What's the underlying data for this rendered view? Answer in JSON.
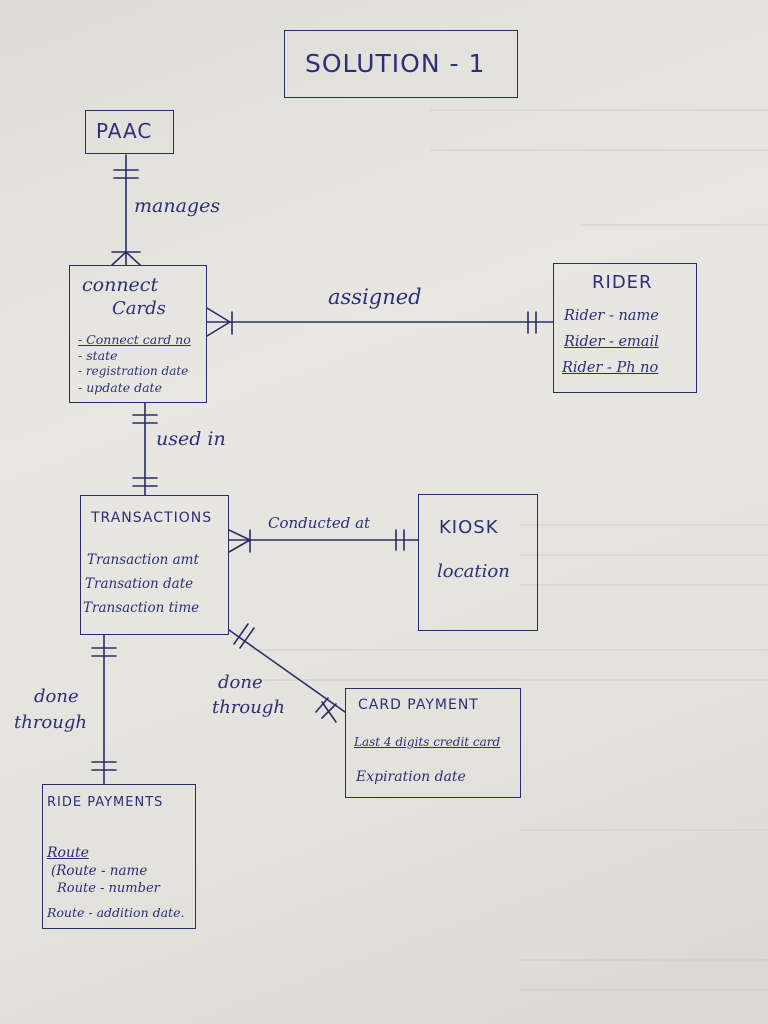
{
  "title": "SOLUTION - 1",
  "entities": {
    "paac": {
      "name": "PAAC"
    },
    "connect_cards": {
      "name_line1": "connect",
      "name_line2": "Cards",
      "attributes": [
        "- Connect card no",
        "- state",
        "- registration date",
        "- update date"
      ]
    },
    "rider": {
      "name": "RIDER",
      "attributes": [
        "Rider - name",
        "Rider - email",
        "Rider - Ph no"
      ]
    },
    "transactions": {
      "name": "TRANSACTIONS",
      "attributes": [
        "Transaction amt",
        "Transation date",
        "Transaction time"
      ]
    },
    "kiosk": {
      "name": "KIOSK",
      "attributes": [
        "location"
      ]
    },
    "card_payment": {
      "name": "CARD PAYMENT",
      "attributes": [
        "Last 4 digits credit card",
        "Expiration date"
      ]
    },
    "ride_payments": {
      "name": "RIDE PAYMENTS",
      "attributes": [
        "Route",
        "(Route - name",
        "Route - number",
        "Route - addition date."
      ]
    }
  },
  "relationships": {
    "manages": "manages",
    "assigned": "assigned",
    "used_in": "used in",
    "conducted_at": "Conducted at",
    "done_through_ride_line1": "done",
    "done_through_ride_line2": "through",
    "done_through_card_line1": "done",
    "done_through_card_line2": "through"
  }
}
